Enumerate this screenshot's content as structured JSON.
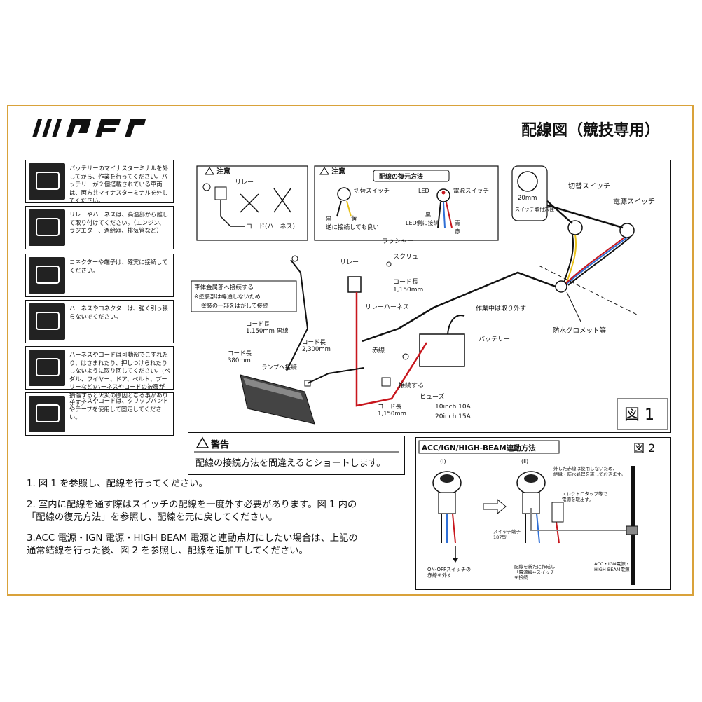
{
  "header": {
    "logo": "IIPF",
    "title": "配線図（競技専用）"
  },
  "side_notes": [
    {
      "text": "バッテリーのマイナスターミナルを外してから、作業を行ってください。バッテリーが２個搭載されている車両は、両方共マイナスターミナルを外してください。"
    },
    {
      "text": "リレーやハーネスは、高温部から離して取り付けてください。（エンジン、ラジエター、過給器、排気管など）"
    },
    {
      "text": "コネクターや端子は、確実に接続してください。"
    },
    {
      "text": "ハーネスやコネクターは、強く引っ張らないでください。"
    },
    {
      "text": "ハーネスやコードは可動部でこすれたり、はさまれたり、押しつけられたりしないように取り回してください。(ペダル、ワイヤー、ドア、ベルト、プーリーなど)ハーネスやコードの被覆が損傷すると火災の原因となる事があります。"
    },
    {
      "text": "ハーネスやコードは、クリップバンドやテープを使用して固定してください。"
    }
  ],
  "fig1": {
    "label": "図 1",
    "caution1": {
      "title": "注意",
      "relay": "リレー",
      "cord": "コード(ハーネス)"
    },
    "caution2": {
      "title": "注意",
      "subtitle": "配線の復元方法",
      "switch_a": "切替スイッチ",
      "black": "黒",
      "yellow": "黄",
      "reverse_ok": "逆に接続しても良い",
      "led": "LED",
      "power_switch": "電源スイッチ",
      "black2": "黒",
      "led_side": "LED側に接続",
      "blue": "青",
      "red": "赤"
    },
    "hole": {
      "size": "20mm",
      "label": "スイッチ取付穴径"
    },
    "labels": {
      "switch_change": "切替スイッチ",
      "switch_power": "電源スイッチ",
      "washer": "ワッシャー",
      "relay": "リレー",
      "screw": "スクリュー",
      "cord_1150": "コード長\n1,150mm",
      "relay_harness": "リレーハーネス",
      "remove_during": "作業中は取り外す",
      "grommet": "防水グロメット等",
      "body_metal": "車体金属部へ接続する",
      "body_note1": "※塗装部は導通しないため",
      "body_note2": "塗装の一部をはがして接続",
      "cord_1150_black": "コード長\n1,150mm 黒線",
      "cord_2300": "コード長\n2,300mm",
      "battery": "バッテリー",
      "red_wire": "赤線",
      "cord_380": "コード長\n380mm",
      "to_lamp": "ランプへ接続",
      "connect": "接続する",
      "fuse": "ヒューズ",
      "fuse_10": "10inch 10A",
      "fuse_20": "20inch 15A",
      "cord_1150b": "コード長\n1,150mm"
    }
  },
  "warning": {
    "title": "警告",
    "text": "配線の接続方法を間違えるとショートします。"
  },
  "instructions": [
    "1. 図 1 を参照し、配線を行ってください。",
    "2. 室内に配線を通す際はスイッチの配線を一度外す必要があります。図 1 内の\n「配線の復元方法」を参照し、配線を元に戻してください。",
    "3.ACC 電源・IGN 電源・HIGH BEAM 電源と連動点灯にしたい場合は、上記の\n通常結線を行った後、図 2 を参照し、配線を追加工してください。"
  ],
  "fig2": {
    "label": "図 2",
    "title": "ACC/IGN/HIGH-BEAM連動方法",
    "step1": "(Ⅰ)",
    "step2": "(Ⅱ)",
    "note_red": "外した赤線は使用しないため、\n絶縁・防水処理を施しておきます。",
    "electro_tap": "エレクトロタップ等で\n電源を取出す。",
    "terminal": "スイッチ端子\n187型",
    "onoff": "ON-OFFスイッチの\n赤線を外す",
    "new_wire": "配線を新たに作成し\n「電源線⇔スイッチ」\nを接続",
    "acc": "ACC・IGN電源・\nHIGH-BEAM電源"
  },
  "colors": {
    "frame": "#d9a23a",
    "red_wire": "#c8161d",
    "blue_wire": "#2f6fd6",
    "yellow_wire": "#e8c21a"
  }
}
